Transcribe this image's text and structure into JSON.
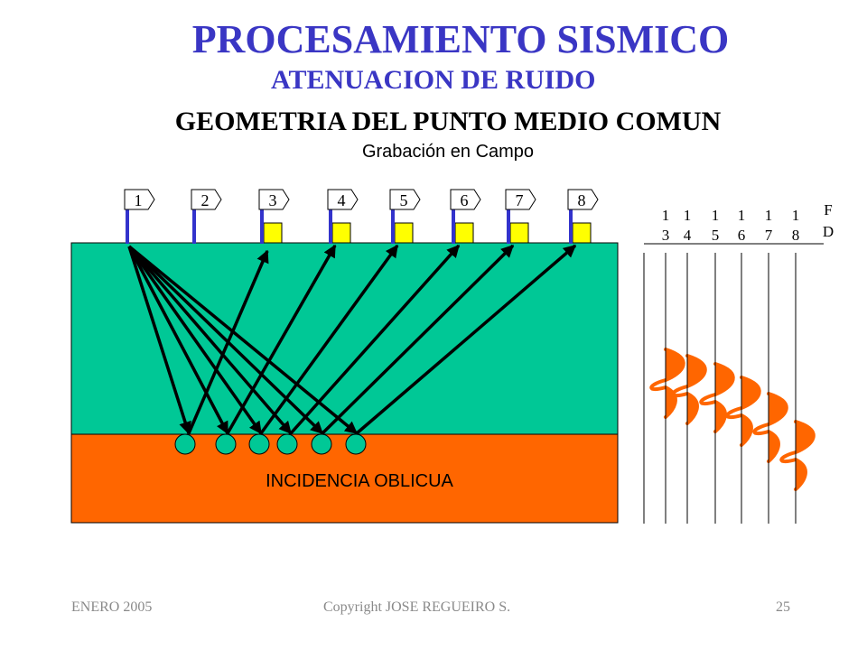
{
  "header": {
    "title": "PROCESAMIENTO SISMICO",
    "subtitle": "ATENUACION DE RUIDO",
    "heading": "GEOMETRIA DEL PUNTO MEDIO COMUN",
    "caption": "Grabación en Campo"
  },
  "diagram": {
    "layer_label": "INCIDENCIA  OBLICUA",
    "geophones": [
      "1",
      "2",
      "3",
      "4",
      "5",
      "6",
      "7",
      "8"
    ],
    "trace_labels": [
      {
        "top": "1",
        "bottom": "3"
      },
      {
        "top": "1",
        "bottom": "4"
      },
      {
        "top": "1",
        "bottom": "5"
      },
      {
        "top": "1",
        "bottom": "6"
      },
      {
        "top": "1",
        "bottom": "7"
      },
      {
        "top": "1",
        "bottom": "8"
      }
    ],
    "trace_header": {
      "top": "F",
      "bottom": "D"
    }
  },
  "colors": {
    "title": "#3a36c4",
    "subtitle": "#3a36c4",
    "heading": "#000000",
    "upper_layer": "#00c896",
    "lower_layer": "#ff6600",
    "receiver": "#ffff00",
    "flag_pole": "#3333cc",
    "midpoint": "#00c896",
    "wavelet": "#ff6600"
  },
  "footer": {
    "left": "ENERO 2005",
    "center": "Copyright JOSE REGUEIRO S.",
    "right": "25"
  }
}
